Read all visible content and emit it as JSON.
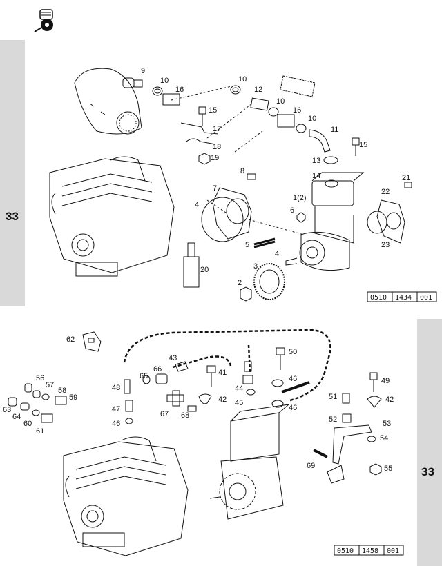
{
  "section": {
    "number": "33"
  },
  "diagram_top": {
    "reference_code": [
      "0510",
      "1434",
      "001"
    ],
    "callouts": [
      "9",
      "10",
      "16",
      "10",
      "12",
      "10",
      "16",
      "10",
      "11",
      "15",
      "17",
      "18",
      "19",
      "15",
      "13",
      "14",
      "8",
      "7",
      "4",
      "1(2)",
      "6",
      "22",
      "21",
      "23",
      "5",
      "4",
      "3",
      "20",
      "2"
    ]
  },
  "diagram_bottom": {
    "reference_code": [
      "0510",
      "1458",
      "001"
    ],
    "callouts": [
      "62",
      "43",
      "50",
      "48",
      "65",
      "66",
      "41",
      "44",
      "46",
      "56",
      "57",
      "58",
      "59",
      "42",
      "45",
      "46",
      "49",
      "63",
      "64",
      "60",
      "61",
      "47",
      "46",
      "67",
      "68",
      "51",
      "42",
      "52",
      "53",
      "54",
      "69",
      "55"
    ]
  },
  "colors": {
    "tab": "#d9d9d9",
    "ink": "#111111",
    "paper": "#ffffff"
  }
}
